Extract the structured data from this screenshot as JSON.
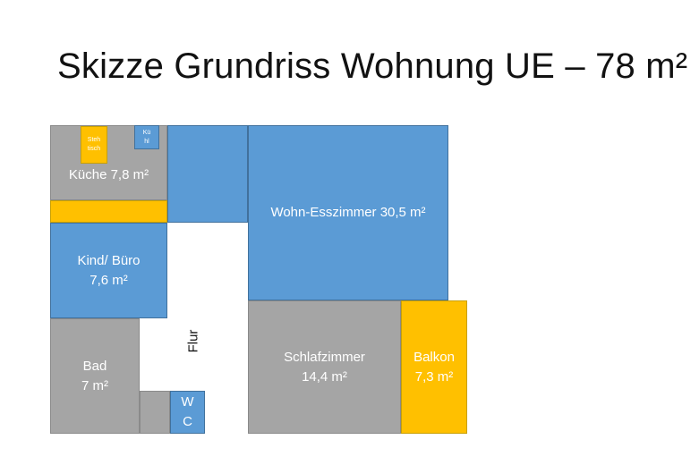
{
  "title": "Skizze Grundriss Wohnung UE – 78 m²",
  "rooms": {
    "kueche": "Küche 7,8 m²",
    "stehtisch": "Steh tisch",
    "kuehl": "Kü hl",
    "wohn": "Wohn-Esszimmer 30,5 m²",
    "kind_1": "Kind/ Büro",
    "kind_2": "7,6 m²",
    "flur": "Flur",
    "bad_1": "Bad",
    "bad_2": "7 m²",
    "wc_1": "W",
    "wc_2": "C",
    "schlaf_1": "Schlafzimmer",
    "schlaf_2": "14,4 m²",
    "balkon_1": "Balkon",
    "balkon_2": "7,3 m²"
  },
  "colors": {
    "gray": "#a5a5a5",
    "blue": "#5b9bd5",
    "yellow": "#ffc000"
  }
}
